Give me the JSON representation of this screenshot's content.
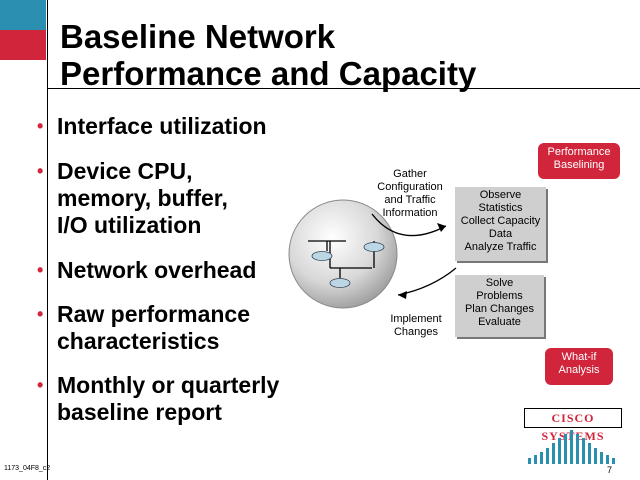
{
  "title": {
    "line1": "Baseline Network",
    "line2": "Performance and Capacity"
  },
  "bullets": [
    {
      "lines": [
        "Interface utilization"
      ]
    },
    {
      "lines": [
        "Device CPU,",
        "memory, buffer,",
        "I/O utilization"
      ]
    },
    {
      "lines": [
        "Network overhead"
      ]
    },
    {
      "lines": [
        "Raw performance",
        "characteristics"
      ]
    },
    {
      "lines": [
        "Monthly or quarterly",
        "baseline report"
      ]
    }
  ],
  "diagram": {
    "gather": "Gather Configuration and Traffic Information",
    "implement": "Implement Changes",
    "baselining": "Performance Baselining",
    "observe_box": [
      "Observe",
      "Statistics",
      "Collect Capacity",
      "Data",
      "Analyze Traffic"
    ],
    "solve_box": [
      "Solve",
      "Problems",
      "Plan Changes",
      "Evaluate"
    ],
    "whatif": "What-if Analysis"
  },
  "footer": {
    "code": "1173_04F8_c2",
    "page": "7",
    "logo_text": "CISCO SYSTEMS"
  },
  "colors": {
    "accent_red": "#d0253b",
    "accent_teal": "#2a8fb0",
    "box_grey": "#cfcfcf"
  }
}
